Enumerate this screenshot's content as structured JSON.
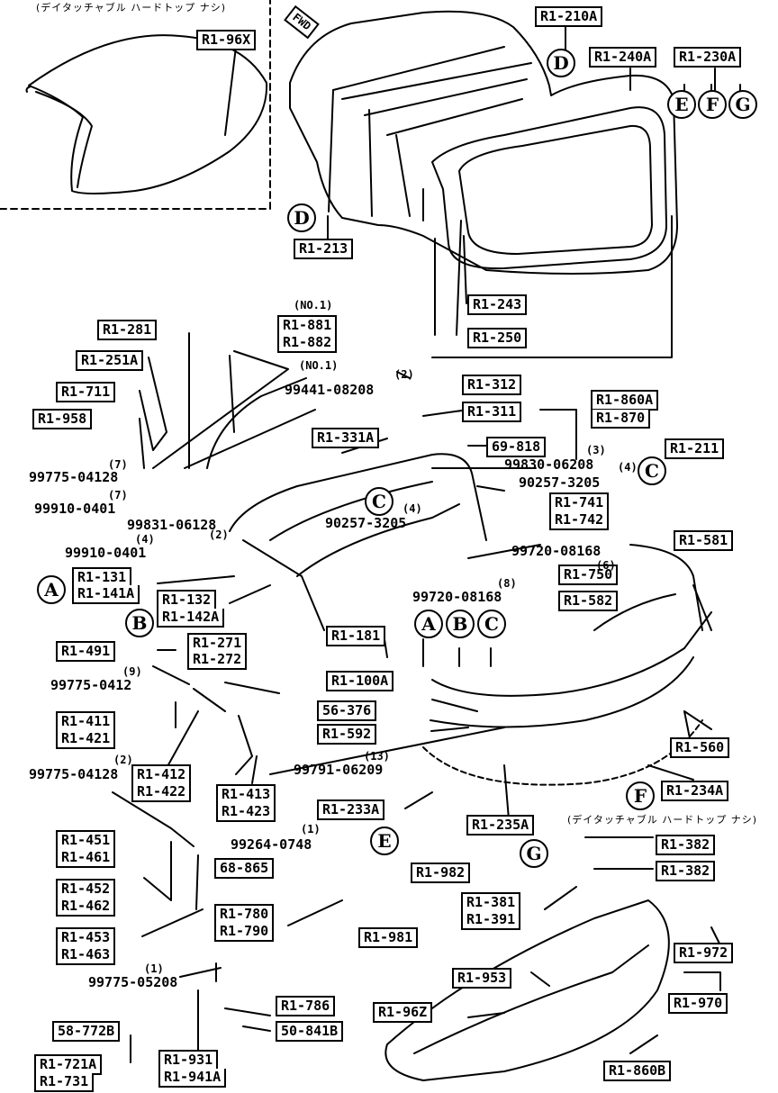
{
  "captions": {
    "top_left_note": "(デイタッチャブル ハードトップ ナシ)",
    "right_note": "(デイタッチャブル ハードトップ ナシ)",
    "fwd": "FWD"
  },
  "part_labels": [
    "R1-96X",
    "R1-210A",
    "R1-240A",
    "R1-230A",
    "R1-213",
    "R1-243",
    "R1-250",
    "R1-281",
    "R1-881",
    "R1-882",
    "R1-251A",
    "R1-711",
    "R1-958",
    "R1-331A",
    "R1-312",
    "R1-311",
    "R1-860A",
    "R1-870",
    "69-818",
    "R1-211",
    "R1-741",
    "R1-742",
    "R1-581",
    "R1-131",
    "R1-141A",
    "R1-132",
    "R1-142A",
    "R1-750",
    "R1-582",
    "R1-181",
    "R1-100A",
    "R1-491",
    "R1-271",
    "R1-272",
    "R1-411",
    "R1-421",
    "56-376",
    "R1-592",
    "R1-560",
    "R1-412",
    "R1-422",
    "R1-413",
    "R1-423",
    "R1-234A",
    "R1-233A",
    "R1-235A",
    "R1-451",
    "R1-461",
    "R1-452",
    "R1-462",
    "R1-382",
    "R1-382",
    "68-865",
    "R1-982",
    "R1-381",
    "R1-391",
    "R1-780",
    "R1-790",
    "R1-981",
    "R1-453",
    "R1-463",
    "R1-972",
    "R1-953",
    "R1-970",
    "R1-786",
    "R1-96Z",
    "58-772B",
    "50-841B",
    "R1-721A",
    "R1-731",
    "R1-931",
    "R1-941A",
    "R1-860B"
  ],
  "bolt_labels": [
    "(NO.1)",
    "(NO.1)",
    "99441-08208",
    "(2)",
    "99775-04128",
    "(7)",
    "99910-0401",
    "(7)",
    "99831-06128",
    "(3)",
    "99830-06208",
    "(4)",
    "90257-3205",
    "(2)",
    "(4)",
    "90257-3205",
    "(4)",
    "99910-0401",
    "99720-08168",
    "(6)",
    "(8)",
    "99720-08168",
    "(9)",
    "99775-0412",
    "(13)",
    "99791-06209",
    "(2)",
    "99775-04128",
    "(1)",
    "99264-0748",
    "(1)",
    "99775-05208"
  ],
  "callouts": [
    "D",
    "E",
    "F",
    "G",
    "D",
    "C",
    "C",
    "A",
    "B",
    "C",
    "A",
    "B",
    "E",
    "F",
    "G"
  ]
}
